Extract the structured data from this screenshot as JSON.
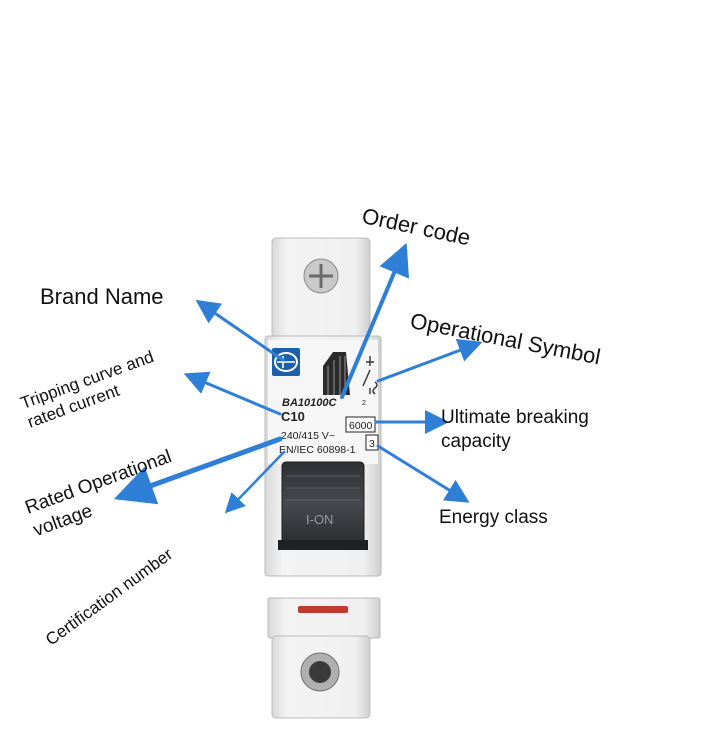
{
  "device": {
    "order_code": "BA10100C",
    "pole_mark": "2",
    "curve_rating": "C10",
    "voltage": "240/415 V~",
    "standard": "EN/IEC 60898-1",
    "breaking_capacity": "6000",
    "energy_class": "3",
    "handle_text": "I-ON",
    "colors": {
      "body": "#efefef",
      "label_band": "#f4f4f4",
      "handle": "#3c3f42",
      "logo_blue": "#1d5fa8",
      "indicator": "#c0392b"
    }
  },
  "annotations": {
    "order_code": "Order code",
    "brand_name": "Brand Name",
    "operational_symbol": "Operational Symbol",
    "tripping_line1": "Tripping curve and",
    "tripping_line2": "rated current",
    "breaking_line1": "Ultimate breaking",
    "breaking_line2": "capacity",
    "voltage_line1": "Rated Operational",
    "voltage_line2": "voltage",
    "energy_class": "Energy class",
    "certification": "Certification number"
  },
  "arrow_color": "#2f7fd6"
}
